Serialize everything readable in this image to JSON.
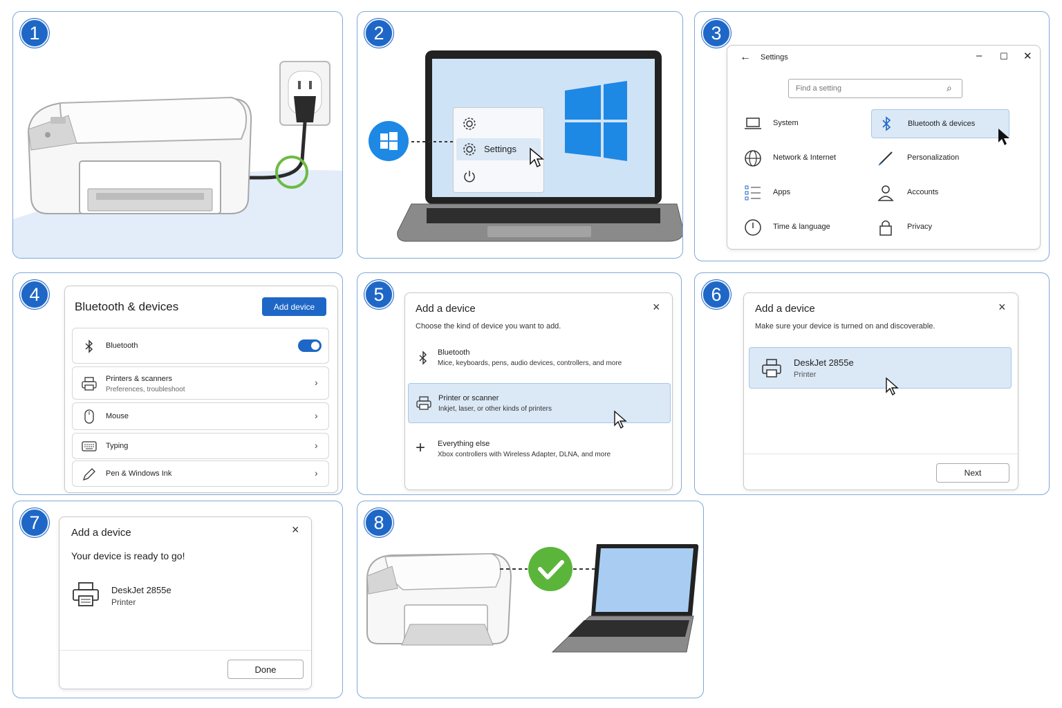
{
  "colors": {
    "accent": "#1e67c6",
    "panel_border": "#7fa8d8",
    "highlight": "#dbe8f6",
    "success": "#5bb53a",
    "windows_blue": "#1e88e5"
  },
  "steps": [
    "1",
    "2",
    "3",
    "4",
    "5",
    "6",
    "7",
    "8"
  ],
  "step2": {
    "menu_settings_label": "Settings"
  },
  "step3": {
    "title": "Settings",
    "search_placeholder": "Find a setting",
    "items": [
      {
        "label": "System",
        "icon": "laptop-icon"
      },
      {
        "label": "Bluetooth & devices",
        "icon": "bluetooth-icon"
      },
      {
        "label": "Network & Internet",
        "icon": "globe-icon"
      },
      {
        "label": "Personalization",
        "icon": "brush-icon"
      },
      {
        "label": "Apps",
        "icon": "apps-list-icon"
      },
      {
        "label": "Accounts",
        "icon": "person-icon"
      },
      {
        "label": "Time & language",
        "icon": "clock-icon"
      },
      {
        "label": "Privacy",
        "icon": "lock-icon"
      }
    ]
  },
  "step4": {
    "title": "Bluetooth & devices",
    "add_button": "Add device",
    "rows": [
      {
        "label": "Bluetooth",
        "sub": "",
        "icon": "bluetooth-icon"
      },
      {
        "label": "Printers & scanners",
        "sub": "Preferences, troubleshoot",
        "icon": "printer-icon"
      },
      {
        "label": "Mouse",
        "sub": "",
        "icon": "mouse-icon"
      },
      {
        "label": "Typing",
        "sub": "",
        "icon": "keyboard-icon"
      },
      {
        "label": "Pen & Windows Ink",
        "sub": "",
        "icon": "pen-icon"
      }
    ],
    "bluetooth_on": true
  },
  "step5": {
    "title": "Add a device",
    "subtitle": "Choose the kind of device you want to add.",
    "options": [
      {
        "label": "Bluetooth",
        "sub": "Mice, keyboards, pens, audio devices, controllers, and more",
        "icon": "bluetooth-icon"
      },
      {
        "label": "Printer or scanner",
        "sub": "Inkjet, laser, or other kinds of printers",
        "icon": "printer-icon"
      },
      {
        "label": "Everything else",
        "sub": "Xbox controllers with Wireless Adapter, DLNA, and more",
        "icon": "plus-icon"
      }
    ]
  },
  "step6": {
    "title": "Add a device",
    "subtitle": "Make sure your device is turned on and discoverable.",
    "device_name": "DeskJet 2855e",
    "device_type": "Printer",
    "next_button": "Next"
  },
  "step7": {
    "title": "Add a device",
    "message": "Your device is ready to go!",
    "device_name": "DeskJet 2855e",
    "device_type": "Printer",
    "done_button": "Done"
  }
}
